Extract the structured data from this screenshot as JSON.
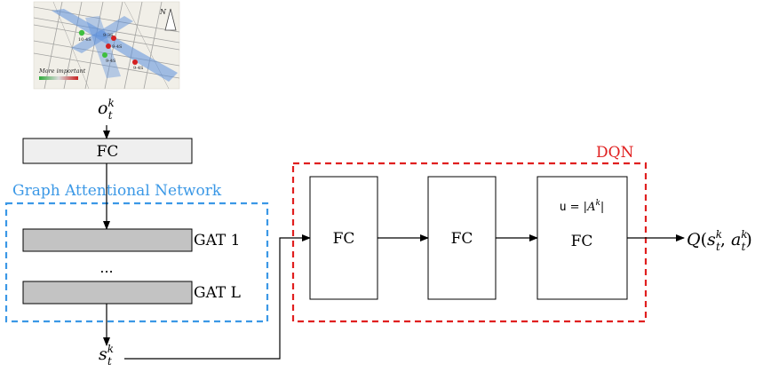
{
  "colors": {
    "gat_frame": "#3b98e6",
    "dqn_frame": "#e01f1f",
    "gat_bar_fill": "#c3c3c3",
    "input_fc_fill": "#efefef",
    "map_route": "#5b8fdc",
    "map_node_green": "#3fbf3f",
    "map_node_red": "#d42020"
  },
  "map": {
    "north_label": "N",
    "legend_label": "More important",
    "node_labels": [
      "10-4S",
      "9-3S",
      "9-4S",
      "9-4S",
      "9-4S"
    ]
  },
  "input_label": {
    "base": "o",
    "sub": "t",
    "sup": "k"
  },
  "input_fc": {
    "label": "FC"
  },
  "gat": {
    "title": "Graph Attentional Network",
    "layer_first": "GAT 1",
    "ellipsis": "...",
    "layer_last": "GAT L"
  },
  "state_label": {
    "base": "s",
    "sub": "t",
    "sup": "k"
  },
  "dqn": {
    "title": "DQN",
    "fc1": "FC",
    "fc2": "FC",
    "fc3": "FC",
    "units_prefix": "u",
    "units_eq": " = |",
    "units_set": "A",
    "units_sup": "k",
    "units_close": "|"
  },
  "output_label": {
    "func": "Q",
    "s": "s",
    "s_sub": "t",
    "s_sup": "k",
    "a": "a",
    "a_sub": "t",
    "a_sup": "k"
  }
}
